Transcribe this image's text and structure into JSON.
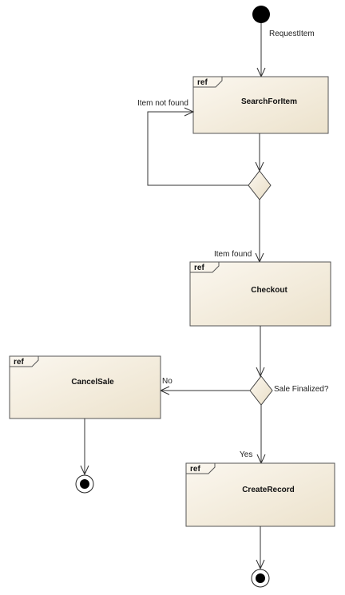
{
  "nodes": {
    "search": {
      "tag": "ref",
      "label": "SearchForItem"
    },
    "checkout": {
      "tag": "ref",
      "label": "Checkout"
    },
    "cancel": {
      "tag": "ref",
      "label": "CancelSale"
    },
    "create": {
      "tag": "ref",
      "label": "CreateRecord"
    }
  },
  "edges": {
    "request_item": "RequestItem",
    "item_not_found": "Item not found",
    "item_found": "Item found",
    "sale_finalized": "Sale Finalized?",
    "no": "No",
    "yes": "Yes"
  },
  "colors": {
    "box_fill_top": "#fbf7ef",
    "box_fill_bottom": "#ece2cc",
    "start_node": "#000000"
  }
}
